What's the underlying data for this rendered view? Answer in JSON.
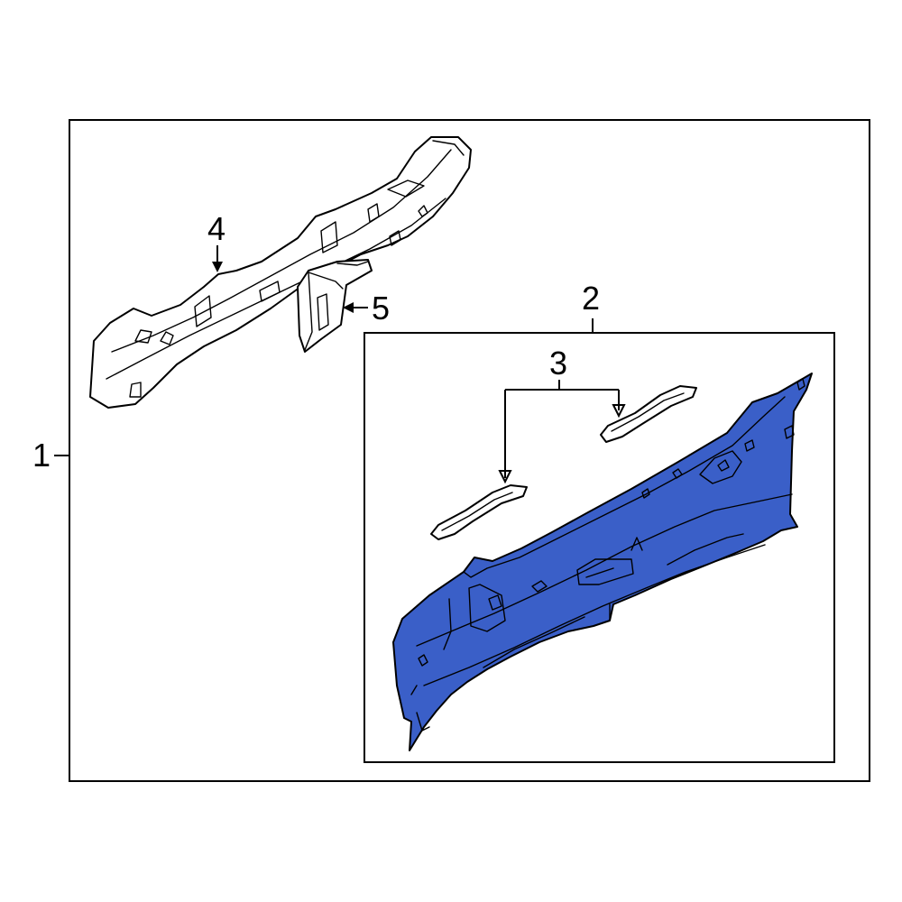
{
  "callouts": {
    "assembly": "1",
    "back_panel_group": "2",
    "brackets": "3",
    "upper_panel": "4",
    "reinforcement": "5"
  },
  "colors": {
    "highlight": "#3A5FC8",
    "line": "#000000",
    "background": "#FFFFFF"
  }
}
